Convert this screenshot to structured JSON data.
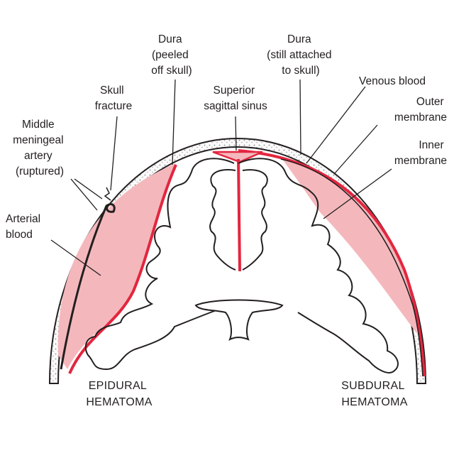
{
  "labels": {
    "dura_peeled": [
      "Dura",
      "(peeled",
      "off skull)"
    ],
    "dura_attached": [
      "Dura",
      "(still attached",
      "to skull)"
    ],
    "venous_blood": "Venous blood",
    "skull_fracture": [
      "Skull",
      "fracture"
    ],
    "superior_sagittal_sinus": [
      "Superior",
      "sagittal sinus"
    ],
    "outer_membrane": [
      "Outer",
      "membrane"
    ],
    "middle_meningeal_artery": [
      "Middle",
      "meningeal",
      "artery",
      "(ruptured)"
    ],
    "inner_membrane": [
      "Inner",
      "membrane"
    ],
    "arterial_blood": [
      "Arterial",
      "blood"
    ],
    "epidural_hematoma": [
      "EPIDURAL",
      "HEMATOMA"
    ],
    "subdural_hematoma": [
      "SUBDURAL",
      "HEMATOMA"
    ]
  },
  "colors": {
    "blood_fill": "#f4b8bc",
    "dura_red": "#e3263f",
    "skull_stipple": "#f3f3f3",
    "outline": "#231f20"
  }
}
